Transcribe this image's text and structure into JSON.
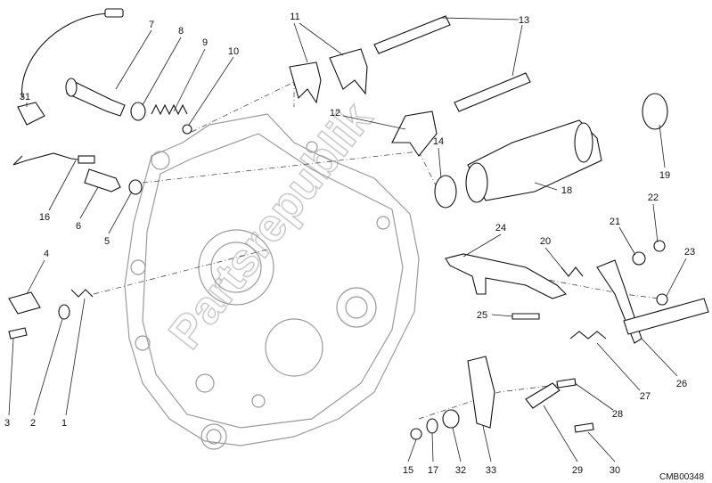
{
  "diagram": {
    "labels": [
      "7",
      "8",
      "9",
      "10",
      "11",
      "13",
      "31",
      "12",
      "14",
      "19",
      "18",
      "16",
      "6",
      "5",
      "24",
      "22",
      "21",
      "20",
      "23",
      "4",
      "25",
      "26",
      "27",
      "28",
      "3",
      "2",
      "1",
      "15",
      "17",
      "32",
      "33",
      "29",
      "30"
    ],
    "drawing_code": "CMB00348",
    "watermark": "Partsrepublik"
  }
}
